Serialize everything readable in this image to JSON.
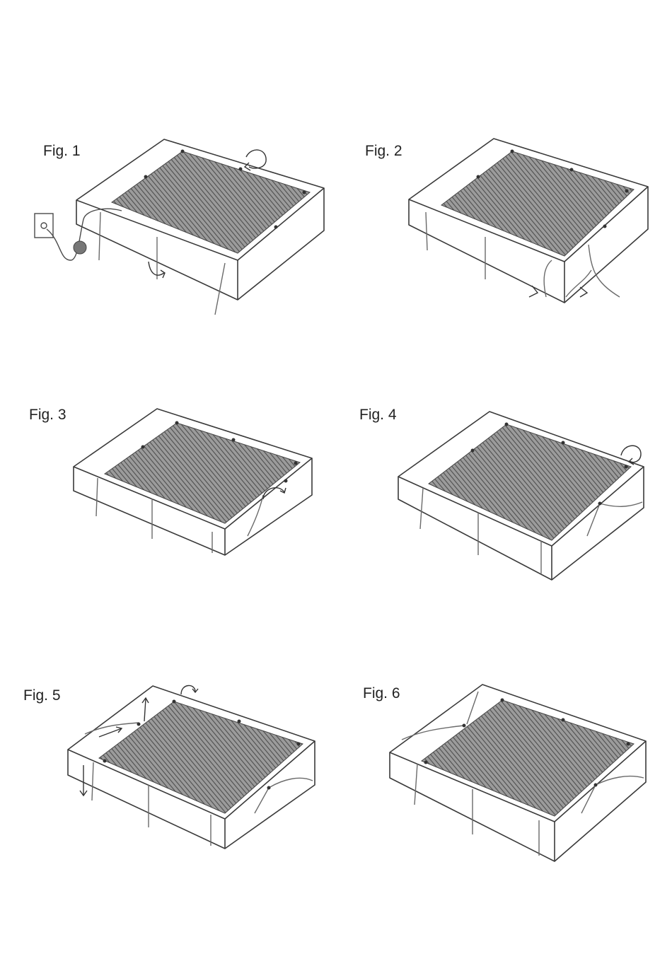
{
  "figures": [
    {
      "label": "Fig. 1",
      "step": "power-connected-strap-pull"
    },
    {
      "label": "Fig. 2",
      "step": "strap-under-corner"
    },
    {
      "label": "Fig. 3",
      "step": "strap-hooked-front-right"
    },
    {
      "label": "Fig. 4",
      "step": "strap-to-back-right"
    },
    {
      "label": "Fig. 5",
      "step": "strap-across-left-corner"
    },
    {
      "label": "Fig. 6",
      "step": "all-straps-secured"
    }
  ],
  "colors": {
    "outline": "#3a3a3a",
    "pad_fill": "#8a8a8a",
    "pad_hatch": "#5a5a5a",
    "strap": "#6a6a6a",
    "background": "#ffffff"
  }
}
